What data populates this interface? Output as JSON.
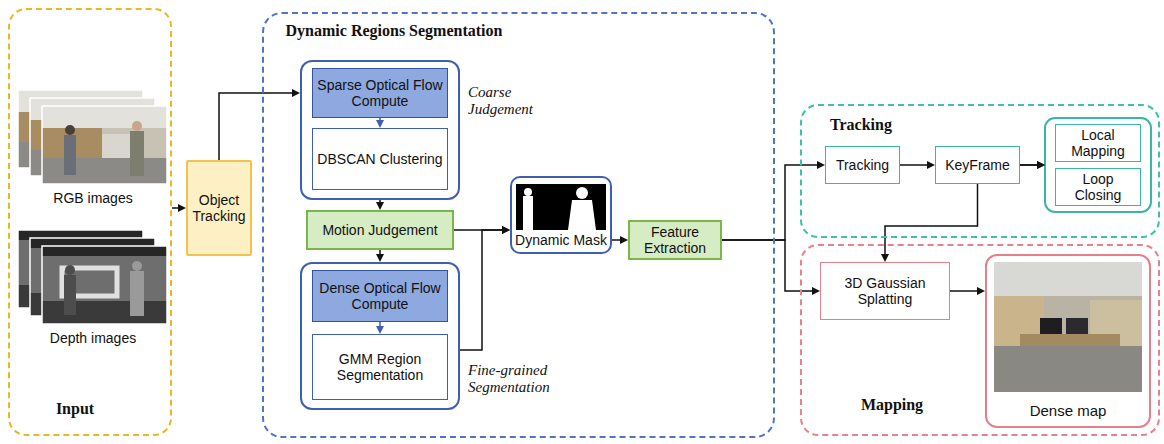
{
  "diagram": {
    "nodes": [
      {
        "text": [
          "Input"
        ]
      },
      {
        "text": [
          "Object Tracking"
        ]
      },
      {
        "text": [
          "Dynamic Regions Segmentation"
        ]
      },
      {
        "text": [
          "Coarse Judgement"
        ],
        "in": 2
      },
      {
        "text": [
          "Sparse Optical Flow Compute"
        ],
        "in": 3
      },
      {
        "text": [
          "DBSCAN Clustering"
        ],
        "in": 3
      },
      {
        "text": [
          "Motion Judgement"
        ],
        "in": 2
      },
      {
        "text": [
          "Fine-grained Segmentation"
        ],
        "in": 2
      },
      {
        "text": [
          "Dense Optical Flow Compute"
        ],
        "in": 7
      },
      {
        "text": [
          "GMM Region Segmentation"
        ],
        "in": 7
      },
      {
        "text": [
          "Dynamic Mask"
        ],
        "in": 2
      },
      {
        "text": [
          "Feature Extraction"
        ]
      },
      {
        "text": [
          "Tracking"
        ]
      },
      {
        "text": [
          "Tracking"
        ],
        "in": 12
      },
      {
        "text": [
          "KeyFrame"
        ],
        "in": 12
      },
      {
        "text": [
          "Local Mapping"
        ],
        "in": 12
      },
      {
        "text": [
          "Loop Closing"
        ],
        "in": 12
      },
      {
        "text": [
          "Mapping"
        ]
      },
      {
        "text": [
          "3D Gaussian Splatting"
        ],
        "in": 17
      },
      {
        "text": [
          "Dense map"
        ],
        "in": 17
      }
    ],
    "edges": [
      {
        "from": 0,
        "to": 1,
        "arrow": "to"
      },
      {
        "from": 1,
        "to": 3,
        "arrow": "to"
      },
      {
        "from": 4,
        "to": 5,
        "arrow": "to"
      },
      {
        "from": 3,
        "to": 6,
        "arrow": "to"
      },
      {
        "from": 6,
        "to": 7,
        "arrow": "to"
      },
      {
        "from": 8,
        "to": 9,
        "arrow": "to"
      },
      {
        "from": 6,
        "to": 10,
        "arrow": "to"
      },
      {
        "from": 7,
        "to": 10,
        "arrow": "to"
      },
      {
        "from": 10,
        "to": 11,
        "arrow": "to"
      },
      {
        "from": 11,
        "to": 13,
        "arrow": "to"
      },
      {
        "from": 11,
        "to": 18,
        "arrow": "to"
      },
      {
        "from": 13,
        "to": 14,
        "arrow": "to"
      },
      {
        "from": 14,
        "to": 15,
        "arrow": "to"
      },
      {
        "from": 14,
        "to": 16,
        "arrow": "to"
      },
      {
        "from": 14,
        "to": 18,
        "arrow": "to"
      },
      {
        "from": 18,
        "to": 19,
        "arrow": "to"
      }
    ],
    "labels": [
      "RGB images",
      "Depth images"
    ]
  }
}
